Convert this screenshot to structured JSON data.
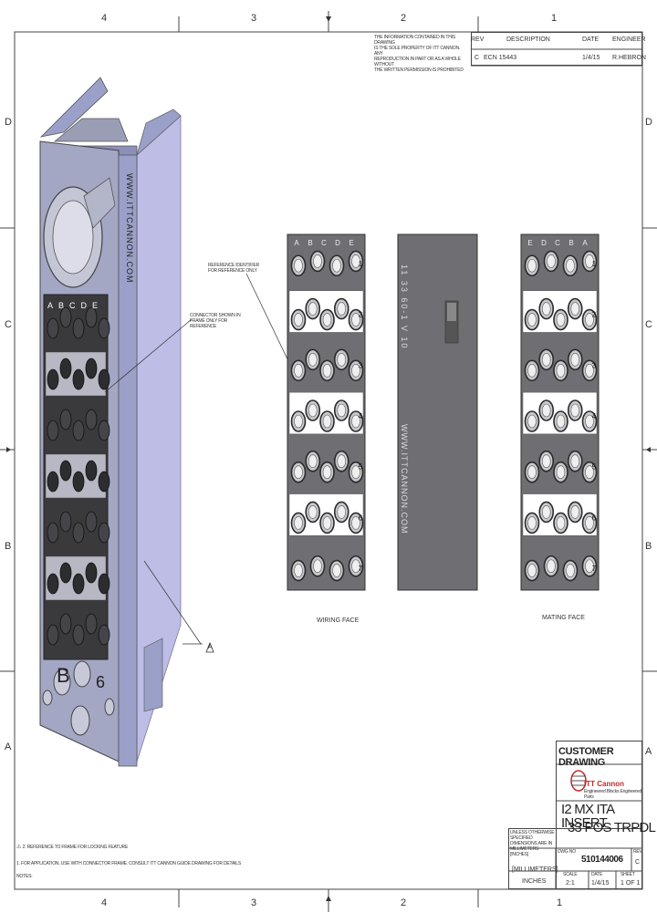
{
  "border": {
    "top_zones": [
      "4",
      "3",
      "2",
      "1"
    ],
    "bottom_zones": [
      "4",
      "3",
      "2",
      "1"
    ],
    "left_zones": [
      "D",
      "C",
      "B",
      "A"
    ],
    "right_zones": [
      "D",
      "C",
      "B",
      "A"
    ]
  },
  "revision_table": {
    "headers": [
      "REV",
      "DESCRIPTION",
      "DATE",
      "ENGINEER"
    ],
    "row": [
      "C",
      "ECN 15443",
      "1/4/15",
      "R.HEBRON"
    ],
    "note_lines": [
      "THE INFORMATION CONTAINED IN THIS DRAWING",
      "IS THE SOLE PROPERTY OF ITT CANNON. ANY",
      "REPRODUCTION IN PART OR AS A WHOLE WITHOUT",
      "THE WRITTEN PERMISSION IS PROHIBITED"
    ]
  },
  "callouts": {
    "iso_note": [
      "CONNECTOR SHOWN IN",
      "FRAME ONLY FOR REFERENCE"
    ],
    "front_note": [
      "REFERENCE IDENTIFIER",
      "FOR REFERENCE ONLY"
    ],
    "flag": "A"
  },
  "views": {
    "left_label": "WIRING FACE",
    "right_label": "MATING FACE",
    "left_cols": [
      "A",
      "B",
      "C",
      "D",
      "E"
    ],
    "right_cols": [
      "E",
      "D",
      "C",
      "B",
      "A"
    ],
    "rows": [
      "1",
      "2",
      "3",
      "4",
      "5",
      "6",
      "7"
    ],
    "side_text_1": "11 33 60-1 V 10",
    "side_text_2": "WWW.ITTCANNON.COM"
  },
  "iso_labels": {
    "cols": [
      "A",
      "B",
      "C",
      "D",
      "E"
    ],
    "module": "B",
    "module_num": "6"
  },
  "notes": {
    "header": "NOTES:",
    "lines": [
      "1. FOR APPLICATION, USE WITH CONNECTOR FRAME. CONSULT ITT CANNON GUIDE DRAWING FOR DETAILS",
      "2. REFERENCE TO FRAME FOR LOCKING FEATURE"
    ]
  },
  "title_block": {
    "customer_drawing": "CUSTOMER DRAWING",
    "company": "ITT Cannon",
    "tagline": "Engineered Blocks Engineered Parts",
    "title_line1": "I2 MX ITA INSERT",
    "title_line2": "33 POS TRPDL",
    "tolerance_lines": [
      "UNLESS OTHERWISE SPECIFIED",
      "DIMENSIONS ARE IN MILLIMETERS",
      "[INCHES]"
    ],
    "units_label": "[MILLIMETERS]",
    "units_sub": "INCHES",
    "dwg_no_label": "DWG NO",
    "dwg_no": "510144006",
    "rev_label": "REV",
    "rev": "C",
    "scale_label": "SCALE",
    "scale": "2:1",
    "date_label": "DATE",
    "date": "1/4/15",
    "sheet_label": "SHEET",
    "sheet": "1 OF 1"
  },
  "colors": {
    "dark_gray": "#6e6e73",
    "lavender": "#bdbde6",
    "frame_blue": "#9aa0c8"
  }
}
